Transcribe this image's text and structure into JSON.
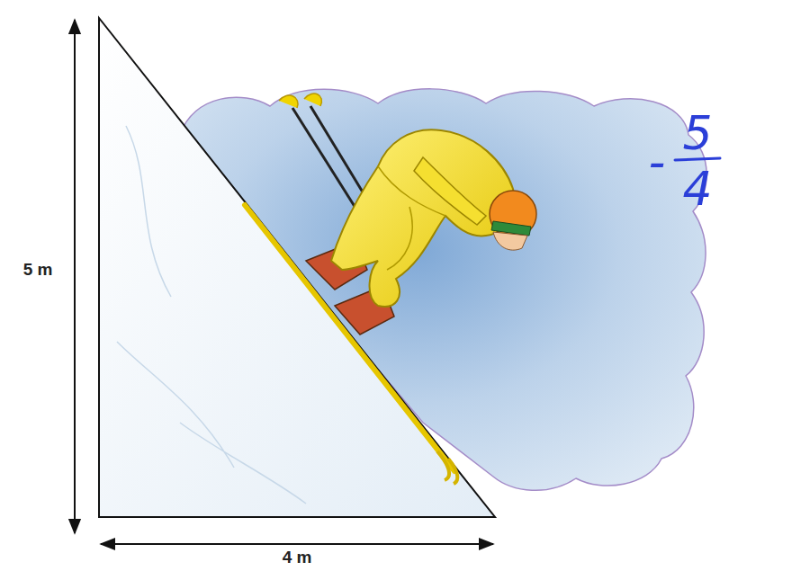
{
  "diagram": {
    "labels": [
      "5 m",
      "4 m",
      "-",
      "5",
      "4"
    ]
  }
}
